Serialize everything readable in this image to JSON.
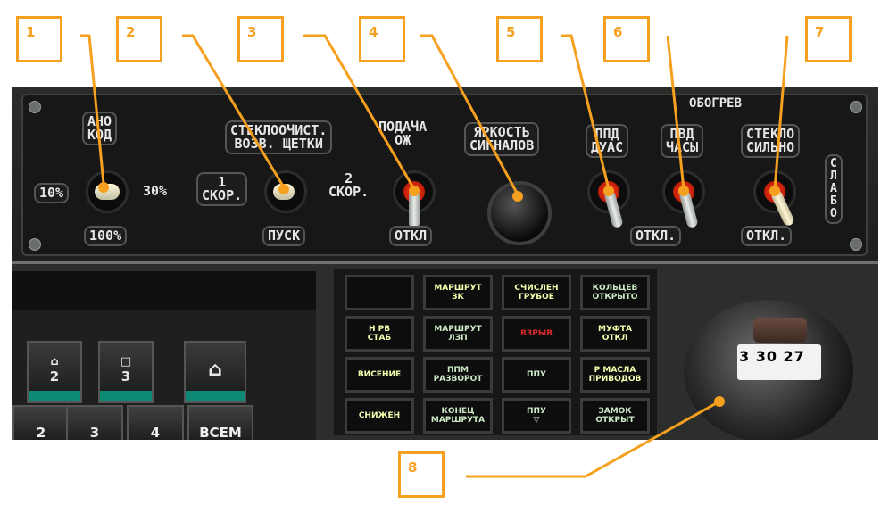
{
  "callouts": [
    "1",
    "2",
    "3",
    "4",
    "5",
    "6",
    "7",
    "8"
  ],
  "panel": {
    "ano_kod": "АНО\nКОД",
    "pct_10": "10%",
    "pct_30": "30%",
    "pct_100": "100%",
    "wiper_title": "СТЕКЛООЧИСТ.\nВОЗВ. ЩЕТКИ",
    "speed1": "1\nСКОР.",
    "speed2": "2\nСКОР.",
    "pusk": "ПУСК",
    "podacha": "ПОДАЧА\nОЖ",
    "otkl_3": "ОТКЛ",
    "brightness": "ЯРКОСТЬ\nСИГНАЛОВ",
    "heating": "ОБОГРЕВ",
    "ppd_duas": "ППД\nДУАС",
    "pvd_chasy": "ПВД\nЧАСЫ",
    "steklo_silno": "СТЕКЛО\nСИЛЬНО",
    "slabo": "С\nЛ\nА\nБ\nО",
    "otkl_5": "ОТКЛ.",
    "otkl_7": "ОТКЛ."
  },
  "keypad": {
    "keys": [
      "2",
      "3"
    ],
    "numbers": [
      "2",
      "3",
      "4",
      "ВСЕМ"
    ]
  },
  "annunciators": [
    {
      "text": "",
      "state": "off"
    },
    {
      "text": "МАРШРУТ\nЗК",
      "state": "lit"
    },
    {
      "text": "СЧИСЛЕН\nГРУБОЕ",
      "state": "lit"
    },
    {
      "text": "КОЛЬЦЕВ\nОТКРЫТО",
      "state": "off"
    },
    {
      "text": "Н РВ\nСТАБ",
      "state": "lit"
    },
    {
      "text": "МАРШРУТ\nЛЗП",
      "state": "off"
    },
    {
      "text": "ВЗРЫВ",
      "state": "red"
    },
    {
      "text": "МУФТА\nОТКЛ",
      "state": "lit"
    },
    {
      "text": "ВИСЕНИЕ",
      "state": "lit"
    },
    {
      "text": "ППМ\nРАЗВОРОТ",
      "state": "off"
    },
    {
      "text": "ППУ",
      "state": "off"
    },
    {
      "text": "Р МАСЛА\nПРИВОДОВ",
      "state": "lit"
    },
    {
      "text": "СНИЖЕН",
      "state": "lit"
    },
    {
      "text": "КОНЕЦ\nМАРШРУТА",
      "state": "off"
    },
    {
      "text": "ППУ\n▽",
      "state": "off"
    },
    {
      "text": "ЗАМОК\nОТКРЫТ",
      "state": "off"
    }
  ],
  "compass": {
    "readout": "3 30 27"
  },
  "colors": {
    "callout": "#f5a01e",
    "switch_red": "#e22a10",
    "teal": "#0c8a76"
  }
}
